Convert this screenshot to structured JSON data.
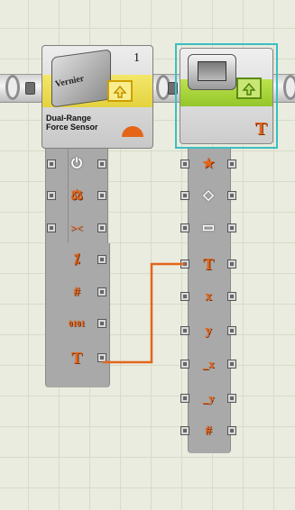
{
  "block_sensor": {
    "brand": "Vernier",
    "number": "1",
    "caption_line1": "Dual-Range",
    "caption_line2": "Force Sensor",
    "plugs": [
      {
        "icon": "plug-icon",
        "glyph": "⏻"
      },
      {
        "icon": "scale-icon",
        "glyph": "⚖"
      },
      {
        "icon": "compare-icon",
        "glyph": "><"
      },
      {
        "icon": "percent-icon",
        "glyph": "⁒"
      },
      {
        "icon": "hash-icon",
        "glyph": "#"
      },
      {
        "icon": "digits-icon",
        "glyph": "0101"
      },
      {
        "icon": "text-icon",
        "glyph": "T"
      }
    ]
  },
  "block_display": {
    "corner_letter": "T",
    "plugs": [
      {
        "icon": "star-icon",
        "glyph": "★"
      },
      {
        "icon": "eraser-icon",
        "glyph": "◇"
      },
      {
        "icon": "folder-icon",
        "glyph": "▭"
      },
      {
        "icon": "text-icon",
        "glyph": "T"
      },
      {
        "icon": "x-icon",
        "glyph": "x"
      },
      {
        "icon": "y-icon",
        "glyph": "y"
      },
      {
        "icon": "end-x-icon",
        "glyph": "_x"
      },
      {
        "icon": "end-y-icon",
        "glyph": "_y"
      },
      {
        "icon": "hash-icon",
        "glyph": "#"
      }
    ]
  },
  "colors": {
    "wire": "#e3661c",
    "selection": "#3bbec2",
    "sensor_band": "#e4d23e",
    "display_band": "#94c62a"
  }
}
